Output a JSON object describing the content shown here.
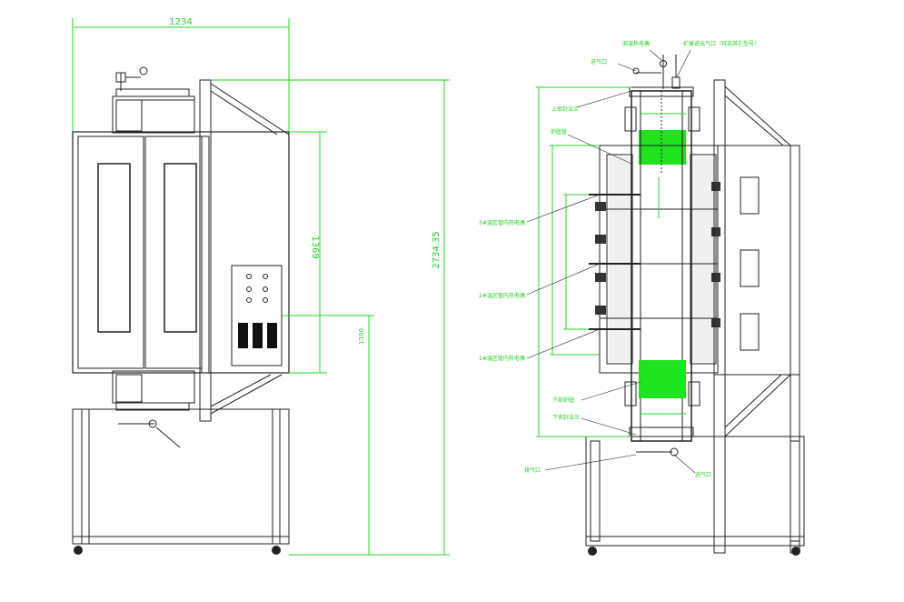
{
  "front_view": {
    "width_dim": "1234",
    "chamber_height_dim": "1369",
    "center_height_dim": "1350",
    "total_height_dim": "2734.35"
  },
  "side_view": {
    "labels": {
      "top_left_top": "进气口",
      "top_mid": "测温热电偶",
      "top_right": "扩展进出气口（可选其它型号）",
      "upper_flange": "上密封法兰",
      "insulation": "炉膛管",
      "heating_zone_1": "3#温区管内热电偶",
      "heating_zone_2": "2#温区管内热电偶",
      "heating_zone_3": "1#温区管内热电偶",
      "lower_furnace": "下部炉膛",
      "lower_flange": "下密封法兰",
      "outlet": "排气口",
      "bottom_gauge": "进气口"
    }
  },
  "colors": {
    "line": "#222222",
    "dimension": "#1fd31f",
    "fill_green": "#1fe31f"
  }
}
